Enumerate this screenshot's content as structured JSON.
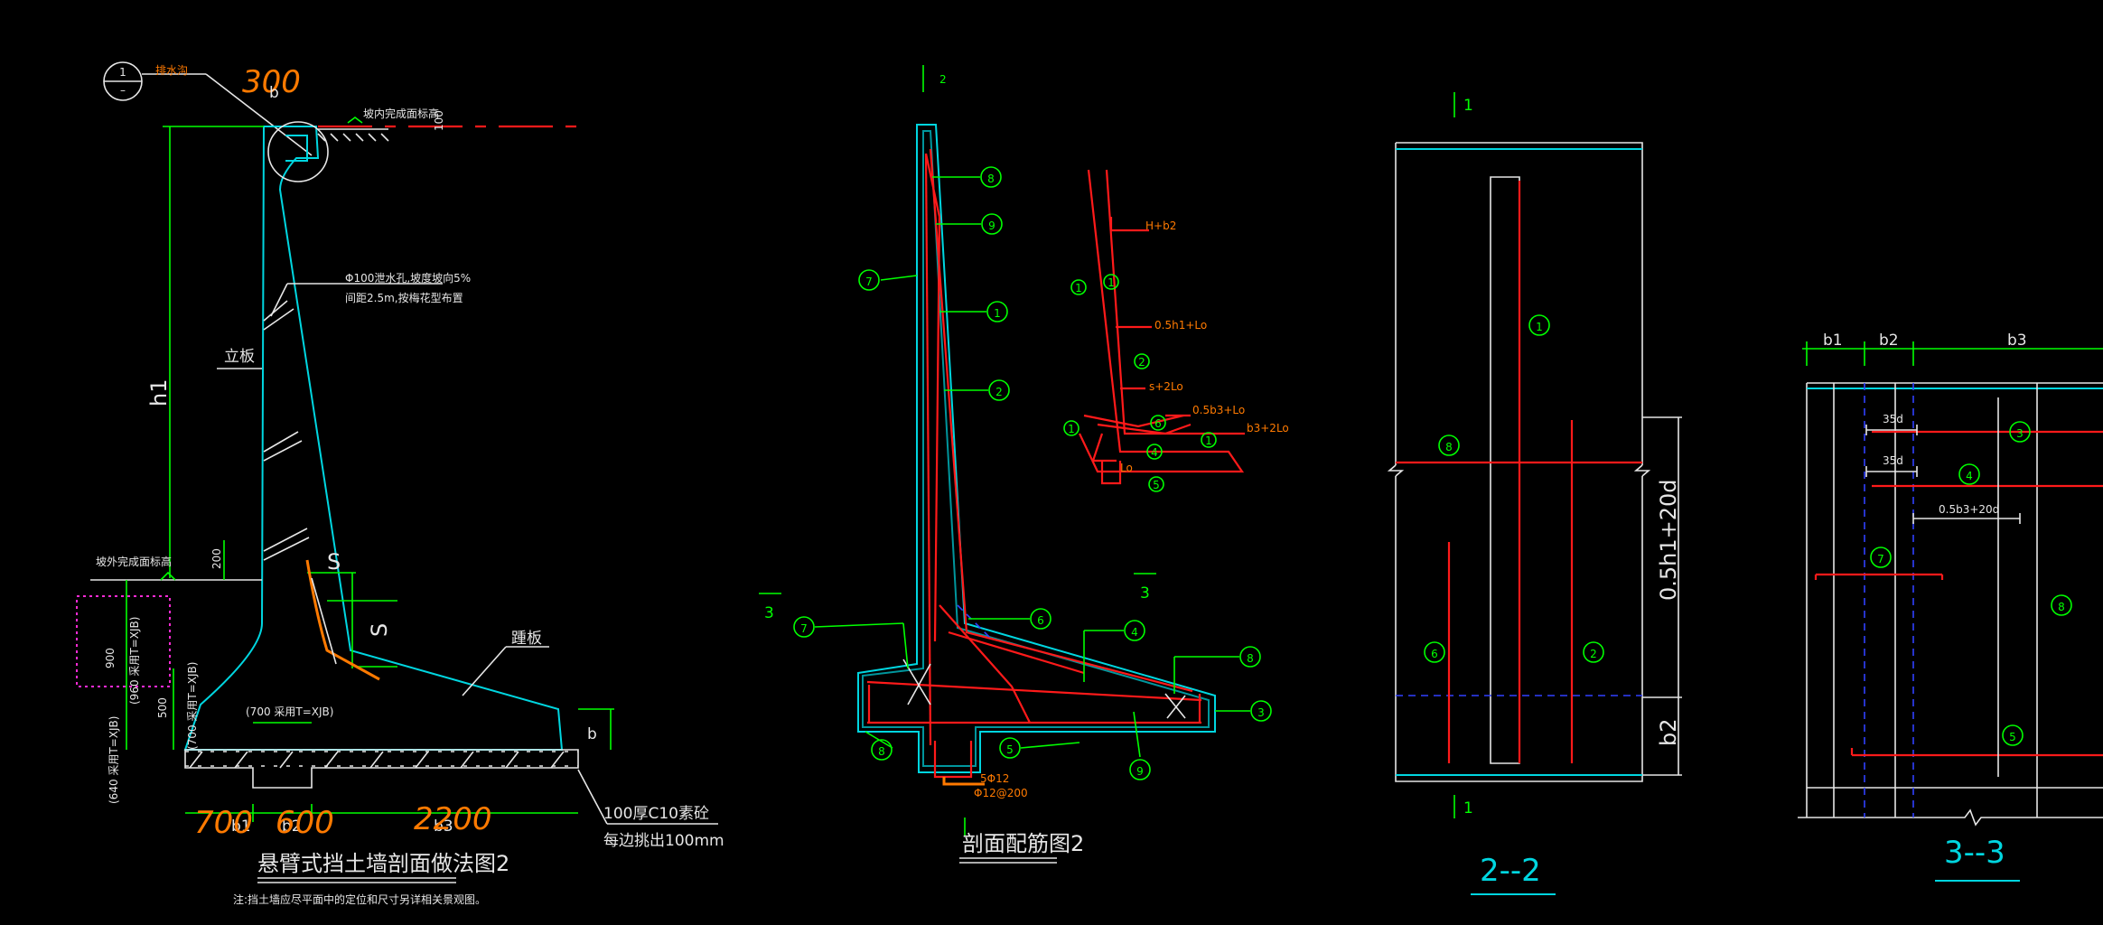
{
  "section1": {
    "marker_num": "1",
    "marker_label": "排水沟",
    "handwritten_300": "300",
    "dim_b": "b",
    "top_ground_label": "坡内完成面标高",
    "top_height_val": "100",
    "drain_note_1": "Φ100泄水孔,坡度坡向5%",
    "drain_note_2": "间距2.5m,按梅花型布置",
    "wall_label": "立板",
    "dim_h1": "h1",
    "bottom_ground_label": "坡外完成面标高",
    "dim_200": "200",
    "dim_S_top": "S",
    "dim_S_side": "S",
    "heel_label": "踵板",
    "dim_900": "900",
    "dim_500": "500",
    "label_960": "(960 采用T=XJB)",
    "label_700_v": "(700 采用T=XJB)",
    "label_700_h": "(700 采用T=XJB)",
    "label_640": "(640 采用T=XJB)",
    "dim_b_right": "b",
    "dim_b1": "b1",
    "dim_b2": "b2",
    "dim_b3": "b3",
    "hand_700": "700",
    "hand_600": "600",
    "hand_2200": "2200",
    "concrete_note_1": "100厚C10素砼",
    "concrete_note_2": "每边挑出100mm",
    "title": "悬臂式挡土墙剖面做法图2",
    "note": "注:挡土墙应尽平面中的定位和尺寸另详相关景观图。"
  },
  "section2": {
    "cut_top": "2",
    "cut_side": "3",
    "cut_side2": "3",
    "bars": [
      "8",
      "9",
      "7",
      "1",
      "2",
      "7",
      "6",
      "4",
      "8",
      "3",
      "8",
      "5",
      "9"
    ],
    "bar_label_1": "5Φ12",
    "bar_label_2": "Φ12@200",
    "detail_labels": [
      "H+b2",
      "0.5h1+Lo",
      "s+2Lo",
      "0.5b3+Lo",
      "b3+2Lo",
      "Lo"
    ],
    "detail_bars": [
      "1",
      "1",
      "2",
      "1",
      "6",
      "1",
      "4",
      "5"
    ],
    "title": "剖面配筋图2"
  },
  "section3": {
    "cut_top": "1",
    "cut_bottom": "1",
    "bars": [
      "1",
      "8",
      "6",
      "2"
    ],
    "dim_v1": "0.5h1+20d",
    "dim_v2": "b2",
    "title": "2--2"
  },
  "section4": {
    "dim_b1": "b1",
    "dim_b2": "b2",
    "dim_b3": "b3",
    "lap1": "35d",
    "lap2": "35d",
    "lap3": "0.5b3+20d",
    "bars": [
      "3",
      "4",
      "7",
      "8",
      "5"
    ],
    "title": "3--3"
  }
}
